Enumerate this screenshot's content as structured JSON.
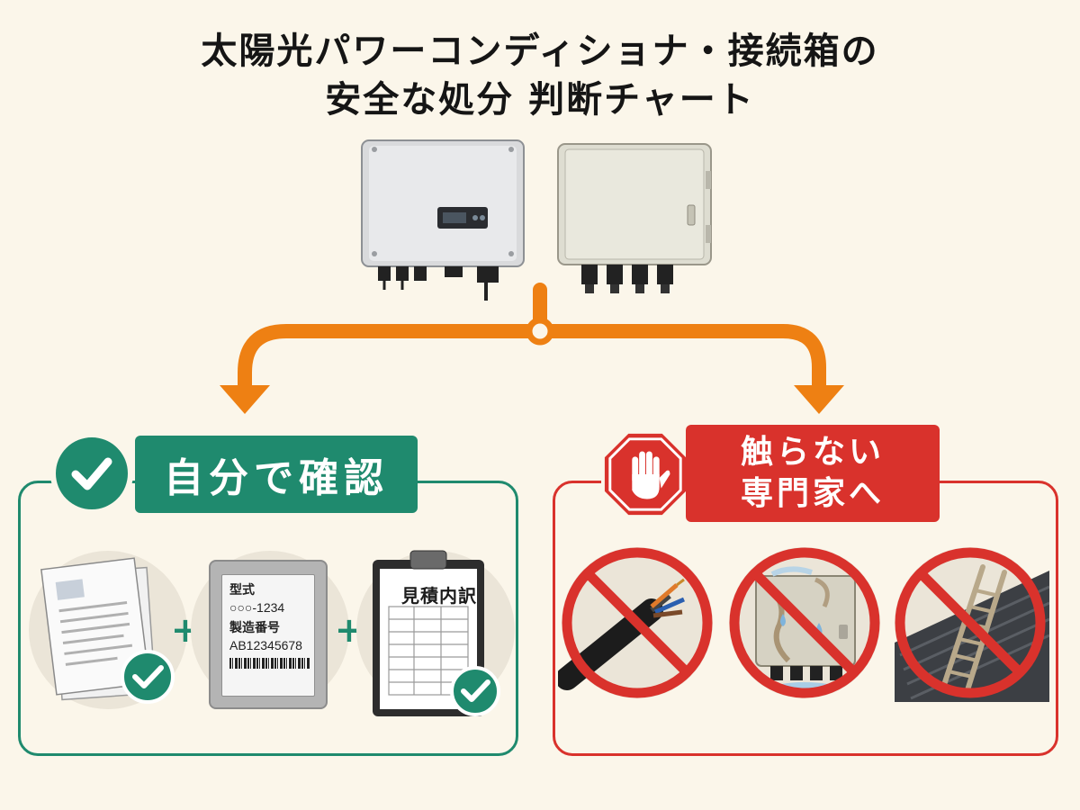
{
  "title": {
    "line1": "太陽光パワーコンディショナ・接続箱の",
    "line2": "安全な処分 判断チャート"
  },
  "devices": {
    "left": "power-conditioner",
    "right": "junction-box"
  },
  "left_panel": {
    "label": "自分で確認",
    "icon": "check-icon",
    "color": "#1f8a6e",
    "items": [
      {
        "icon": "documents-check-icon"
      },
      {
        "icon": "nameplate-icon",
        "model_label": "型式",
        "model_value": "○○○-1234",
        "serial_label": "製造番号",
        "serial_value": "AB12345678"
      },
      {
        "icon": "clipboard-check-icon",
        "title": "見積内訳"
      }
    ],
    "separator": "+"
  },
  "right_panel": {
    "label_line1": "触らない",
    "label_line2": "専門家へ",
    "icon": "stop-hand-icon",
    "color": "#d9322c",
    "items": [
      {
        "icon": "no-exposed-cable-icon"
      },
      {
        "icon": "no-wet-box-icon"
      },
      {
        "icon": "no-ladder-roof-icon"
      }
    ]
  },
  "arrow_color": "#ee8013"
}
